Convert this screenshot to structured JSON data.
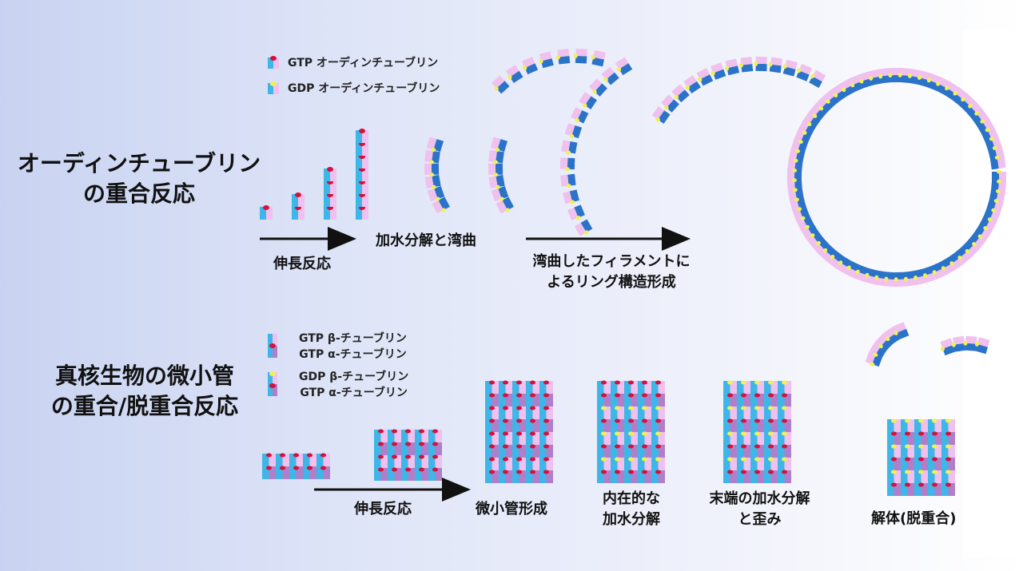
{
  "top": {
    "title": "オーディンチューブリン\nの重合反応",
    "legend": [
      "GTP オーディンチューブリン",
      "GDP オーディンチューブリン"
    ],
    "steps": [
      "伸長反応",
      "加水分解と湾曲",
      "湾曲したフィラメントに\nよるリング構造形成"
    ]
  },
  "bottom": {
    "title": "真核生物の微小管\nの重合/脱重合反応",
    "legend": [
      "GTP β-チューブリン\nGTP α-チューブリン",
      "GDP β-チューブリン\nGTP α-チューブリン"
    ],
    "steps": [
      "伸長反応",
      "微小管形成",
      "内在的な\n加水分解",
      "末端の加水分解\nと歪み",
      "解体(脱重合)"
    ]
  },
  "colors": {
    "cyan": "#3fb6e8",
    "blue": "#2a73c9",
    "pink": "#f0c0ee",
    "purple": "#b07fc9",
    "red": "#d4113a",
    "yellow": "#f2ef5a"
  }
}
